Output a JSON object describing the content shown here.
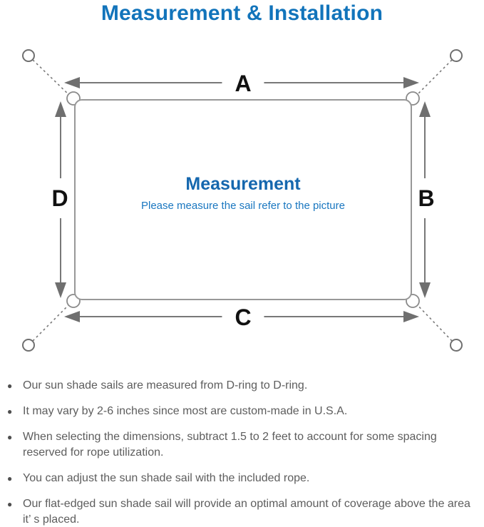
{
  "title": "Measurement & Installation",
  "diagram": {
    "heading": "Measurement",
    "subheading": "Please measure the sail refer to the picture",
    "labels": {
      "top": "A",
      "right": "B",
      "bottom": "C",
      "left": "D"
    }
  },
  "notes": [
    "Our sun shade sails are measured from D-ring to D-ring.",
    "It may vary by 2-6 inches since most are custom-made in U.S.A.",
    "When selecting the dimensions, subtract 1.5 to 2 feet to account for some spacing reserved for rope utilization.",
    "You can adjust the sun shade sail with the included rope.",
    "Our flat-edged sun shade sail will provide an optimal amount of coverage above the area it’ s placed."
  ],
  "icons": {
    "bullet": "●"
  },
  "colors": {
    "title_blue": "#1274bb",
    "heading_blue": "#1567ae",
    "subtitle_blue": "#1a77c0",
    "diagram_line_gray": "#787878",
    "body_text_gray": "#5d5d5d",
    "dimension_label_black": "#111111"
  }
}
